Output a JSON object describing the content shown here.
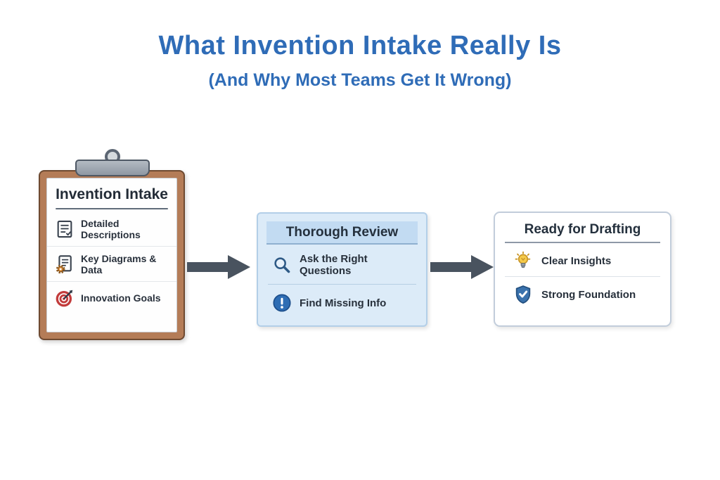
{
  "header": {
    "title": "What Invention Intake Really Is",
    "subtitle": "(And Why Most Teams Get It Wrong)"
  },
  "clipboard": {
    "title": "Invention Intake",
    "items": [
      {
        "icon": "document-checklist-icon",
        "label": "Detailed Descriptions"
      },
      {
        "icon": "diagram-gear-icon",
        "label": "Key Diagrams & Data"
      },
      {
        "icon": "target-arrow-icon",
        "label": "Innovation Goals"
      }
    ]
  },
  "review_box": {
    "title": "Thorough Review",
    "items": [
      {
        "icon": "magnifier-icon",
        "label": "Ask the Right Questions"
      },
      {
        "icon": "exclamation-circle-icon",
        "label": "Find Missing Info"
      }
    ]
  },
  "drafting_box": {
    "title": "Ready for Drafting",
    "items": [
      {
        "icon": "lightbulb-icon",
        "label": "Clear Insights"
      },
      {
        "icon": "shield-check-icon",
        "label": "Strong Foundation"
      }
    ]
  },
  "colors": {
    "title_blue": "#2f6cb7",
    "clipboard_brown": "#b47c57",
    "review_box_bg": "#dcebf8",
    "review_header_bg": "#c2dbf2",
    "arrow_gray": "#49535f",
    "text_dark": "#27303b",
    "target_red": "#c23b3b",
    "gear_orange": "#e2903b",
    "bulb_yellow": "#f6cb4a",
    "alert_blue": "#2e6db4",
    "shield_blue": "#3a72ad"
  }
}
